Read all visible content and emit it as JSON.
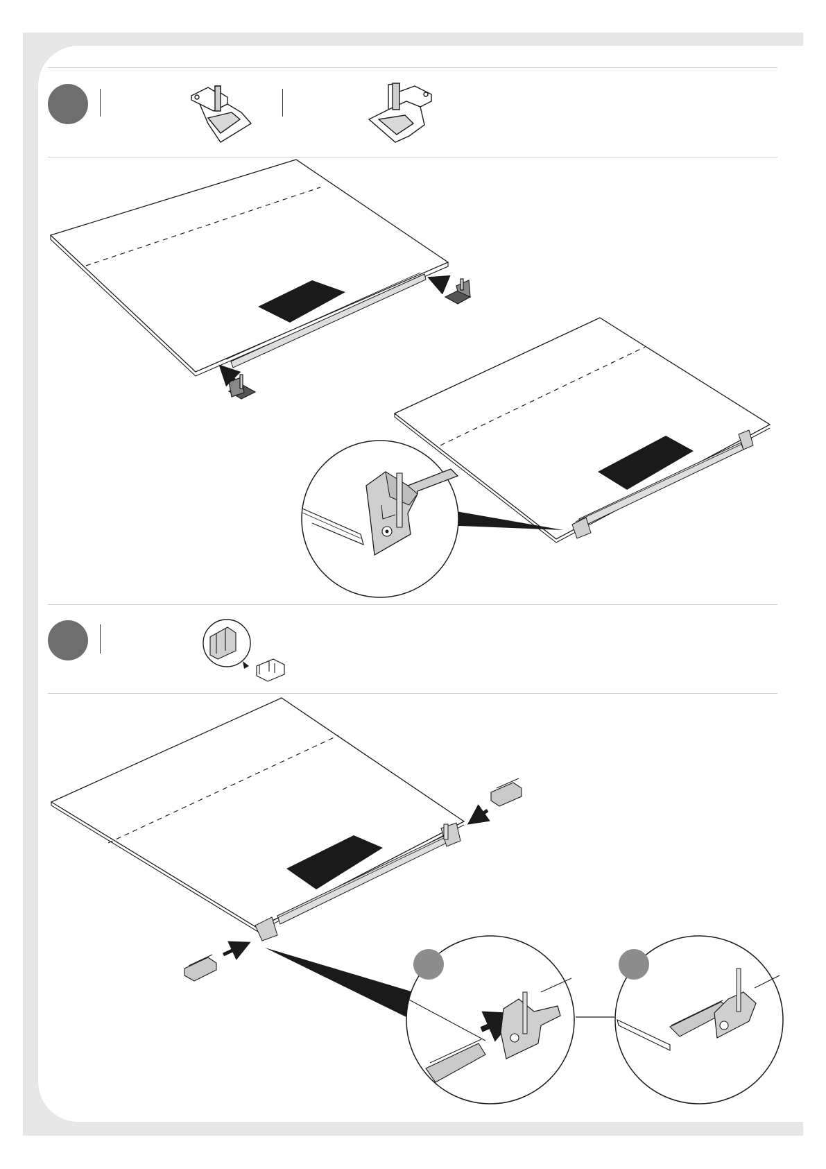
{
  "document": {
    "type": "assembly-instructions-page",
    "colors": {
      "frame": "#e6e6e6",
      "step_badge": "#6e6e6e",
      "detail_badge": "#8c8c8c",
      "label_plate": "#1a1a1a",
      "part_fill": "#b9b9b9",
      "line": "#1a1a1a"
    },
    "steps": [
      {
        "id": "step-1",
        "parts": [
          "end-bracket-left-icon",
          "end-bracket-right-icon"
        ]
      },
      {
        "id": "step-2",
        "parts": [
          "channel-connector-icon"
        ]
      }
    ]
  }
}
